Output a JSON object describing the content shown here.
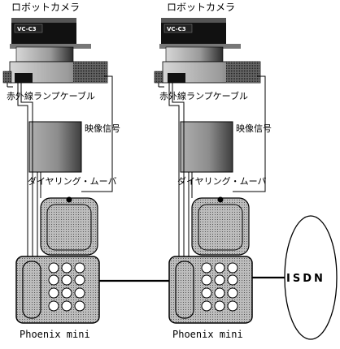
{
  "stations": [
    {
      "camera_label": "ロボットカメラ",
      "camera_brand": "VC-C3",
      "ir_cable_label": "赤外線ランプケーブル",
      "video_signal_label": "映像信号",
      "dialing_mover_label": "ダイヤリング・ムーバ",
      "phone_label": "Phoenix mini"
    },
    {
      "camera_label": "ロボットカメラ",
      "camera_brand": "VC-C3",
      "ir_cable_label": "赤外線ランプケーブル",
      "video_signal_label": "映像信号",
      "dialing_mover_label": "ダイヤリング・ムーバ",
      "phone_label": "Phoenix mini"
    }
  ],
  "network": {
    "label": "ISDN"
  }
}
